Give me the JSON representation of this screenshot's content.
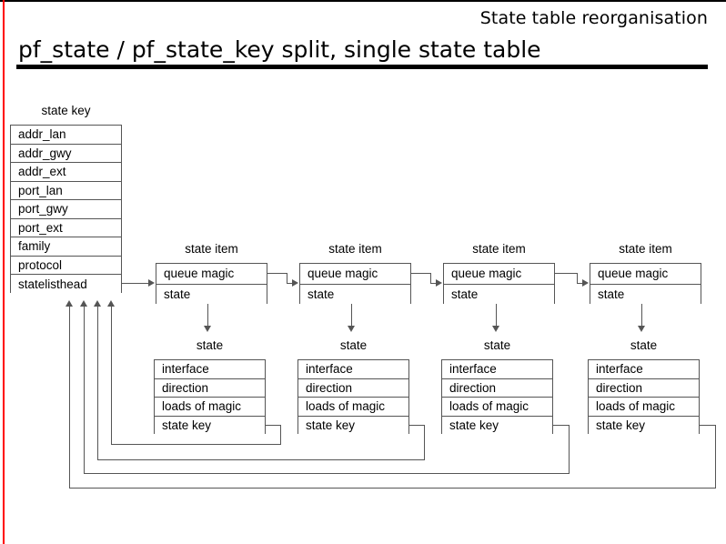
{
  "slide": {
    "kicker": "State table reorganisation",
    "title": "pf_state / pf_state_key split, single state table",
    "accent_color": "#ff0000",
    "rule_color": "#000000",
    "line_color": "#555555"
  },
  "state_key_table": {
    "caption": "state key",
    "rows": [
      "addr_lan",
      "addr_gwy",
      "addr_ext",
      "port_lan",
      "port_gwy",
      "port_ext",
      "family",
      "protocol",
      "statelisthead"
    ]
  },
  "state_item_caption": "state item",
  "state_caption": "state",
  "state_item_rows": [
    "queue magic",
    "state"
  ],
  "state_rows": [
    "interface",
    "direction",
    "loads of magic",
    "state key"
  ],
  "columns": [
    {
      "index": 1,
      "item_caption": "state item",
      "item_rows": [
        "queue magic",
        "state"
      ],
      "state_caption": "state",
      "state_rows": [
        "interface",
        "direction",
        "loads of magic",
        "state key"
      ]
    },
    {
      "index": 2,
      "item_caption": "state item",
      "item_rows": [
        "queue magic",
        "state"
      ],
      "state_caption": "state",
      "state_rows": [
        "interface",
        "direction",
        "loads of magic",
        "state key"
      ]
    },
    {
      "index": 3,
      "item_caption": "state item",
      "item_rows": [
        "queue magic",
        "state"
      ],
      "state_caption": "state",
      "state_rows": [
        "interface",
        "direction",
        "loads of magic",
        "state key"
      ]
    },
    {
      "index": 4,
      "item_caption": "state item",
      "item_rows": [
        "queue magic",
        "state"
      ],
      "state_caption": "state",
      "state_rows": [
        "interface",
        "direction",
        "loads of magic",
        "state key"
      ]
    }
  ]
}
